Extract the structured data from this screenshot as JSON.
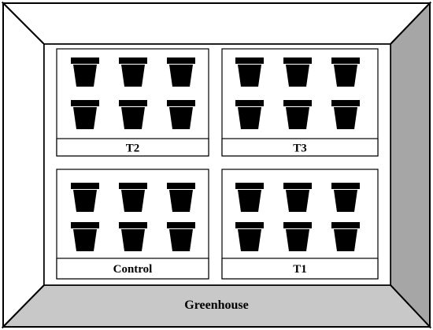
{
  "greenhouse": {
    "label": "Greenhouse",
    "colors": {
      "outline": "#000000",
      "top_wall": "#ffffff",
      "left_wall": "#ffffff",
      "right_wall": "#a6a6a6",
      "floor": "#c8c8c8",
      "inner_floor": "#ffffff"
    }
  },
  "benches": [
    {
      "label": "T2",
      "pots": 6
    },
    {
      "label": "T3",
      "pots": 6
    },
    {
      "label": "Control",
      "pots": 6
    },
    {
      "label": "T1",
      "pots": 6
    }
  ],
  "pot_color": "#000000"
}
